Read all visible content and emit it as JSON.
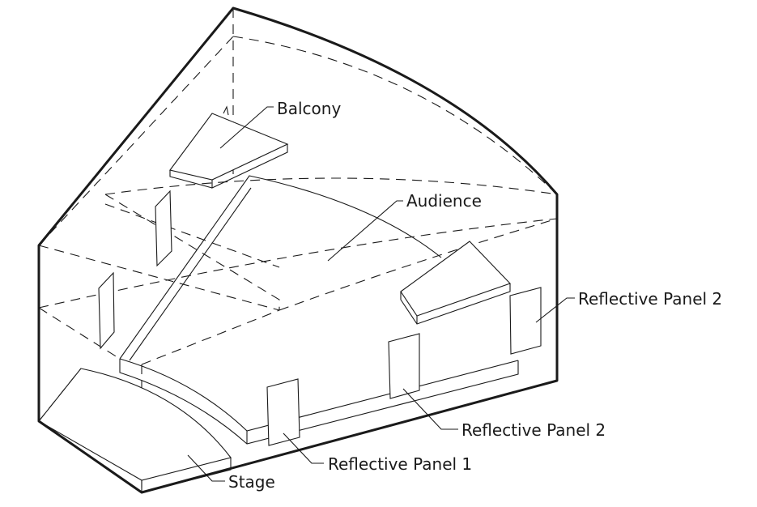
{
  "labels": {
    "balcony": "Balcony",
    "audience": "Audience",
    "panel_right": "Reflective Panel 2",
    "panel_mid": "Reflective Panel 2",
    "panel_left": "Reflective Panel 1",
    "stage": "Stage"
  }
}
